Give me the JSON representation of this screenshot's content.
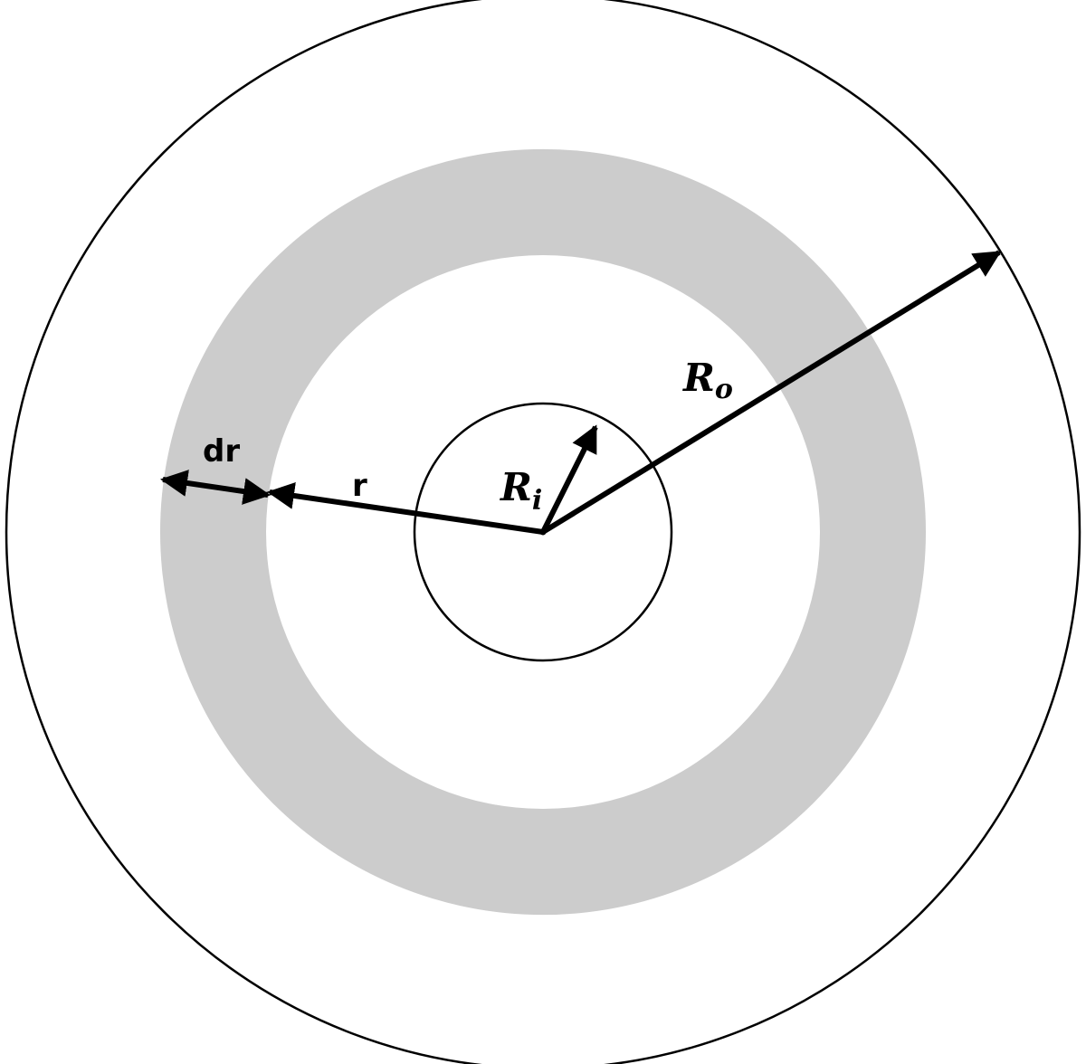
{
  "labels": {
    "dr": "dr",
    "r": "r",
    "ri_main": "R",
    "ri_sub": "i",
    "ro_main": "R",
    "ro_sub": "o"
  },
  "colors": {
    "stroke": "#000000",
    "annulus_fill": "#cccccc",
    "background": "#ffffff"
  }
}
